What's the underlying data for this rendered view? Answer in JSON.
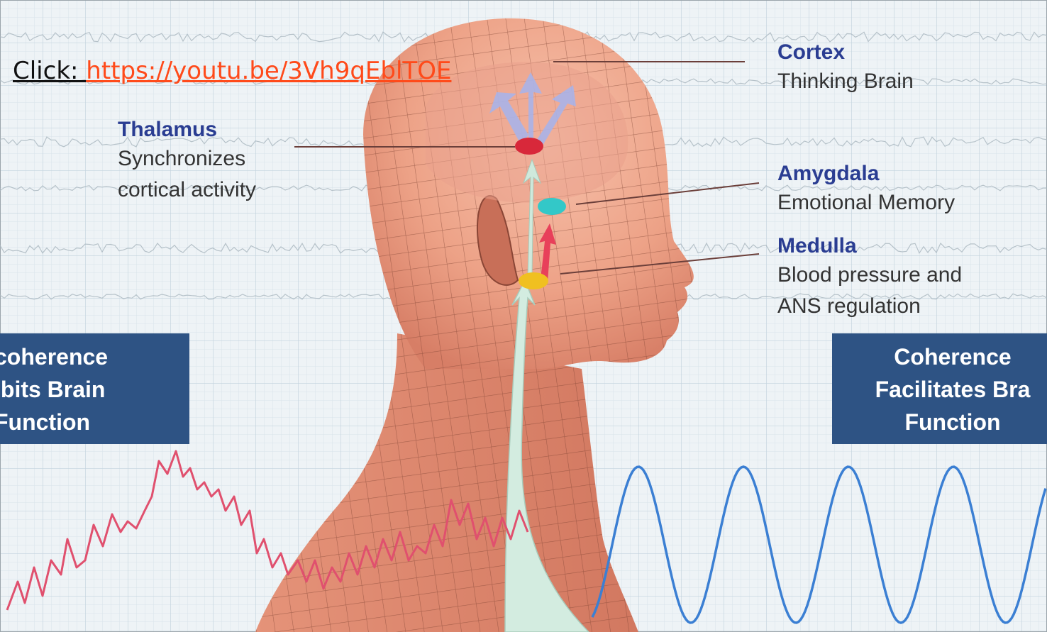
{
  "link": {
    "prefix": "Click: ",
    "url": "https://youtu.be/3Vh9qEblTOE"
  },
  "labels": {
    "cortex": {
      "title": "Cortex",
      "lines": [
        "Thinking Brain"
      ]
    },
    "thalamus": {
      "title": "Thalamus",
      "lines": [
        "Synchronizes",
        "cortical activity"
      ]
    },
    "amygdala": {
      "title": "Amygdala",
      "lines": [
        "Emotional Memory"
      ]
    },
    "medulla": {
      "title": "Medulla",
      "lines": [
        "Blood pressure and",
        "ANS regulation"
      ]
    }
  },
  "boxes": {
    "left": {
      "lines": [
        "coherence",
        "ibits Brain",
        "Function"
      ]
    },
    "right": {
      "lines": [
        "Coherence",
        "Facilitates Bra",
        "Function"
      ]
    }
  },
  "colors": {
    "background": "#eef3f6",
    "grid": "#c9d7e0",
    "title": "#2a3d92",
    "link": "#ff4a1a",
    "box": "#2e5384",
    "incoherent_wave": "#e0506e",
    "coherent_wave": "#3b7fd3",
    "skin": "#f0a58a",
    "mesh": "#7a4030",
    "thalamus_dot": "#d8283a",
    "amygdala_dot": "#33c8c8",
    "medulla_dot": "#f0c020",
    "spine_arrow": "#cfe9dc"
  }
}
